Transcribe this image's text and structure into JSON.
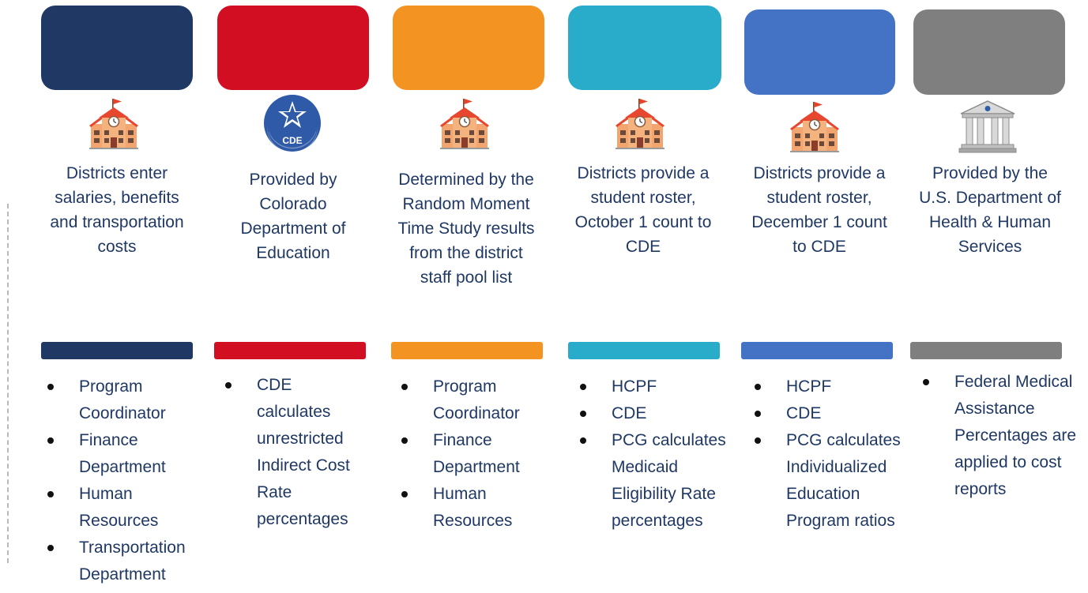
{
  "columns": [
    {
      "color": "#1f3864",
      "icon": "school-building-icon",
      "description": "Districts enter salaries, benefits and transportation costs",
      "bullets": [
        "Program Coordinator",
        "Finance Department",
        "Human Resources",
        "Transportation Department"
      ]
    },
    {
      "color": "#d20f22",
      "icon": "cde-logo",
      "logo_text": "CDE",
      "description": "Provided by Colorado Department of Education",
      "bullets": [
        "CDE calculates unrestricted Indirect Cost Rate percentages"
      ]
    },
    {
      "color": "#f39322",
      "icon": "school-building-icon",
      "description": "Determined by the Random Moment Time Study results from the district staff pool list",
      "bullets": [
        "Program Coordinator",
        "Finance Department",
        "Human Resources"
      ]
    },
    {
      "color": "#29acc9",
      "icon": "school-building-icon",
      "description": "Districts provide a student roster, October 1 count to CDE",
      "bullets": [
        "HCPF",
        "CDE",
        "PCG calculates Medicaid Eligibility Rate percentages"
      ]
    },
    {
      "color": "#4472c4",
      "icon": "school-building-icon",
      "description": "Districts provide a student roster, December 1 count to CDE",
      "bullets": [
        "HCPF",
        "CDE",
        "PCG calculates Individualized Education Program ratios"
      ]
    },
    {
      "color": "#7f7f7f",
      "icon": "government-building-icon",
      "description": "Provided by the U.S. Department of Health & Human Services",
      "bullets": [
        "Federal Medical Assistance Percentages are applied to cost reports"
      ]
    }
  ]
}
